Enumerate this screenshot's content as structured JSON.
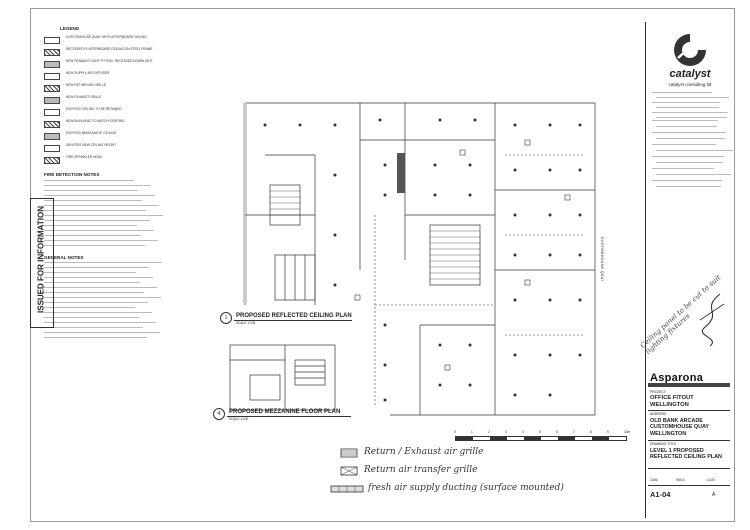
{
  "legend": {
    "heading": "LEGEND",
    "items": [
      {
        "text": "CUSTOMHOUSE QUAY OR PLASTERBOARD CEILING"
      },
      {
        "text": "RECESSED PLASTERBOARD CEILING ON STEEL FRAME"
      },
      {
        "text": "NEW PENDANT LIGHT FITTING, RECESSED DOWNLIGHT"
      },
      {
        "text": "NEW SUPPLY AIR DIFFUSER"
      },
      {
        "text": "NEW RETURN AIR GRILLE"
      },
      {
        "text": "NEW EXHAUST GRILLE"
      },
      {
        "text": "EXISTING CEILING TO BE RETAINED"
      },
      {
        "text": "NEW BULKHEAD TO MATCH EXISTING"
      },
      {
        "text": "EXISTING BEAM ABOVE CEILING"
      },
      {
        "text": "DENOTES NEW CEILING HEIGHT"
      },
      {
        "text": "FIRE SPRINKLER HEAD"
      }
    ],
    "fire_notes_heading": "FIRE DETECTION NOTES",
    "general_notes_heading": "GENERAL NOTES"
  },
  "side_stamp": "ISSUED FOR INFORMATION",
  "plans": {
    "main_number": "1",
    "main_title": "PROPOSED REFLECTED CEILING PLAN",
    "main_scale": "SCALE 1:100",
    "mezz_number": "4",
    "mezz_title": "PROPOSED MEZZANINE FLOOR PLAN",
    "mezz_scale": "SCALE 1:100",
    "street_label": "CUSTOMHOUSE QUAY"
  },
  "handwritten": {
    "note1": "Return / Exhaust air grille",
    "note2": "Return air transfer grille",
    "note3": "fresh air supply ducting (surface mounted)",
    "margin_note": "Ceiling panel to be cut to suit lighting fixtures"
  },
  "title_block": {
    "firm_name": "catalyst",
    "firm_full": "catalyst consulting ltd",
    "project_label": "PROJECT",
    "project": "OFFICE FITOUT WELLINGTON",
    "client": "Asparona",
    "address_label": "ADDRESS",
    "address": "OLD BANK ARCADE CUSTOMHOUSE QUAY WELLINGTON",
    "drawing_label": "DRAWING TITLE",
    "drawing_title": "LEVEL 1 PROPOSED REFLECTED CEILING PLAN",
    "sheet_number": "A1-04",
    "revision": "A",
    "job_no": "1306",
    "date": "09/13",
    "scale": "1:100"
  },
  "scale_bar": {
    "marks": [
      "0",
      "1",
      "2",
      "3",
      "4",
      "5",
      "6",
      "7",
      "8",
      "9",
      "10m"
    ]
  }
}
